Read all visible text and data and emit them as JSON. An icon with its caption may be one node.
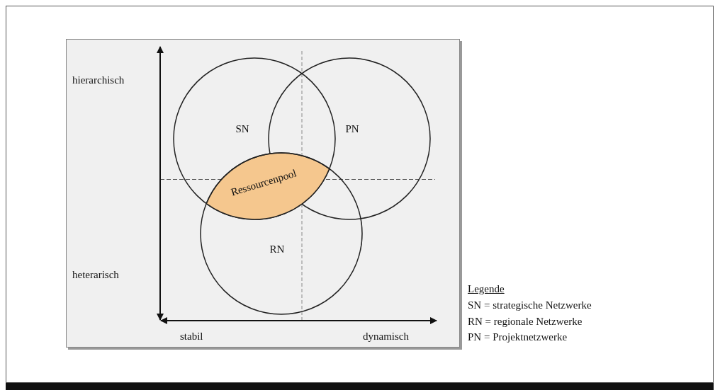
{
  "diagram": {
    "nodes": [
      {
        "text": [
          "SN"
        ]
      },
      {
        "text": [
          "PN"
        ]
      },
      {
        "text": [
          "Ressourcenpool"
        ]
      },
      {
        "text": [
          "RN"
        ]
      }
    ],
    "labels": [
      "hierarchisch",
      "heterarisch",
      "stabil",
      "dynamisch",
      "Legende"
    ],
    "legend": [
      {
        "text": "SN = strategische Netzwerke"
      },
      {
        "text": "RN = regionale Netzwerke"
      },
      {
        "text": "PN = Projektnetzwerke"
      }
    ]
  }
}
